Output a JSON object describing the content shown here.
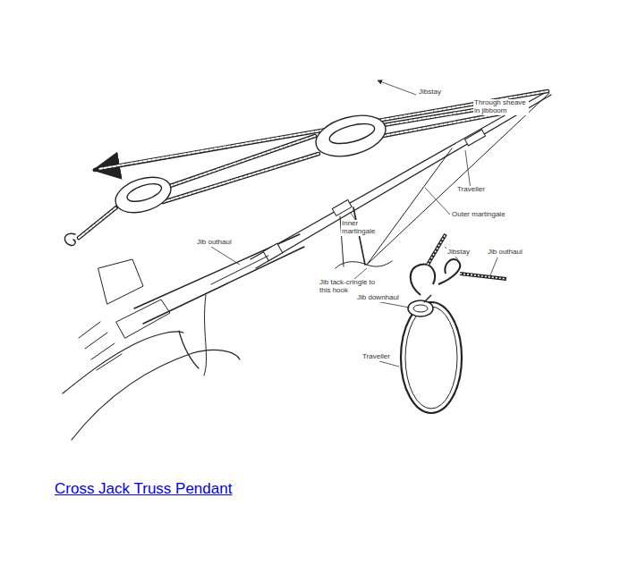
{
  "diagram": {
    "labels": [
      "Jibstay",
      "Through sheave in jibboom",
      "Traveller",
      "Outer martingale",
      "Inner martingale",
      "Jib outhaul",
      "Jib tack-cringle to this hook",
      "Jib downhaul",
      "Jibstay",
      "Jib outhaul",
      "Traveller",
      "Cross Jack Truss Pendant"
    ]
  }
}
